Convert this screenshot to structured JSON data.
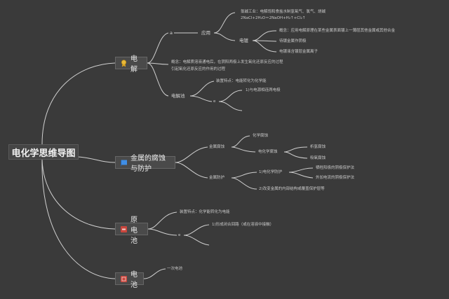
{
  "title": "电化学思维导图",
  "colors": {
    "background": "#3a3a3a",
    "line": "#d0d0d0",
    "branch_bg": "#4a4a4a"
  },
  "branches": {
    "electrolysis": {
      "label": "电解",
      "icon": "award-icon",
      "sub_a": "a",
      "app": {
        "label": "应用",
        "chlor_alkali": "氯碱工业：电解饱和食盐水制氢氧气、氯气、烧碱",
        "chlor_alkali_eq": "2NaCl+2H₂O＝2NaOH+H₂↑+Cl₂↑",
        "plating": {
          "label": "电镀",
          "concept": "概念：应用电解原理在某些金属表面镀上一薄层其他金属或其他合金",
          "anode": "待镀金属作阴极",
          "solution": "电镀液含镀层金属离子"
        }
      },
      "concept": "概念：电解质溶液通电后，在阴阳两极上发生氧化还原反应的过程",
      "concept_line2": "引起氧化还原反应的作用的过程",
      "cell": {
        "label": "电解池",
        "feature": "装置特点：电能转化为化学能",
        "sub": "e",
        "cond1": "1)与电源相连两电极"
      }
    },
    "corrosion": {
      "label": "金属的腐蚀与防护",
      "icon": "flag-icon",
      "corr": {
        "label": "金属腐蚀",
        "chem": "化学腐蚀",
        "electrochem": "电化学腐蚀",
        "hydrogen": "析氢腐蚀",
        "oxygen": "吸氧腐蚀"
      },
      "prot": {
        "label": "金属防护",
        "ec": "1)电化学防护",
        "sacrificial": "牺牲阳极的阴极保护法",
        "impressed": "外加电流的阴极保护法",
        "alloy": "2)改变金属的内部结构或覆盖保护层等"
      }
    },
    "galvanic": {
      "label": "原电池",
      "icon": "cell-icon",
      "feature": "装置特点：化学能转化为电能",
      "sub": "e",
      "cond1": "1)形成闭合回路（或在溶液中接触）"
    },
    "battery": {
      "label": "电池",
      "icon": "battery-icon",
      "primary": "一次电池"
    }
  }
}
